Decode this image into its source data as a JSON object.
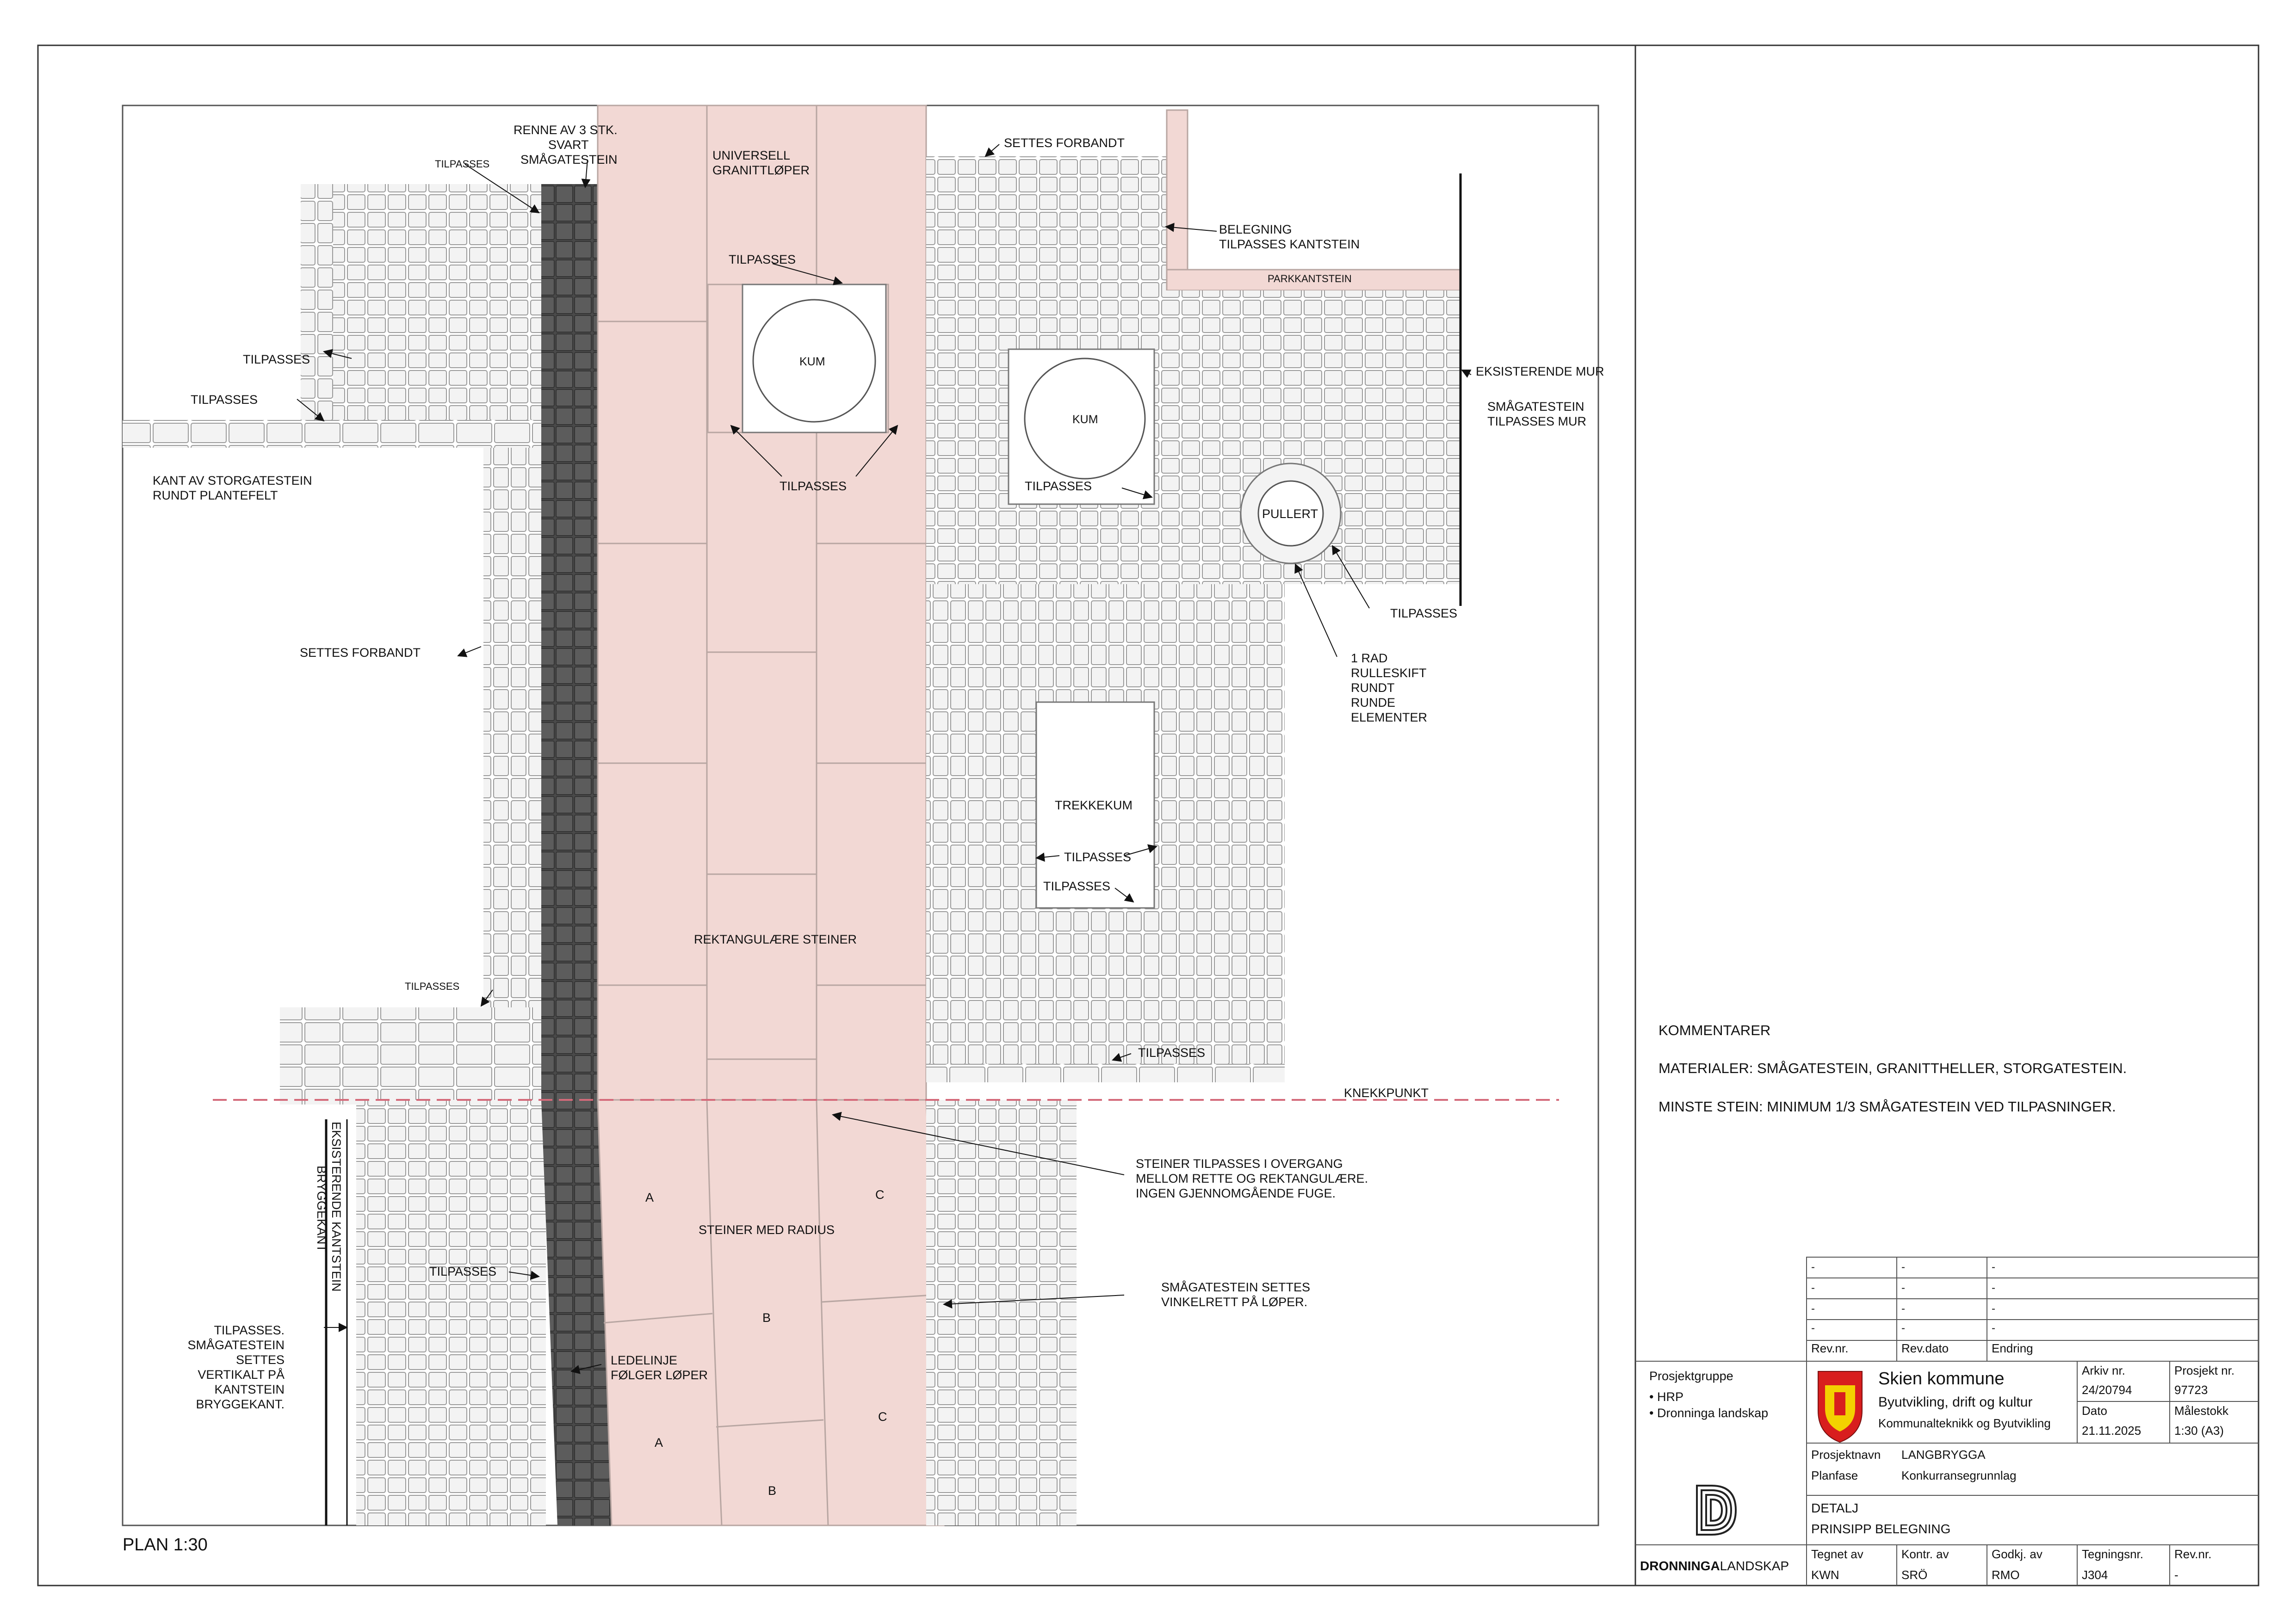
{
  "plan_title": "PLAN 1:30",
  "colors": {
    "pink": "#f2d8d4",
    "pink_edge": "#b8a6a2",
    "stone": "#f3f3f3",
    "stone_edge": "#9a9a9a",
    "dark": "#555555",
    "knekk": "#d46a7a",
    "crest_red": "#d81e1e",
    "crest_yellow": "#f3d100"
  },
  "labels": {
    "tilpasses": "TILPASSES",
    "renne": [
      "RENNE AV 3 STK.",
      "SVART",
      "SMÅGATESTEIN"
    ],
    "universell": [
      "UNIVERSELL",
      "GRANITTLØPER"
    ],
    "settes_forbandt": "SETTES FORBANDT",
    "belegning": [
      "BELEGNING",
      "TILPASSES KANTSTEIN"
    ],
    "parkkantstein": "PARKKANTSTEIN",
    "kum": "KUM",
    "eksisterende_mur": "EKSISTERENDE MUR",
    "smagatestein_mur": [
      "SMÅGATESTEIN",
      "TILPASSES MUR"
    ],
    "pullert": "PULLERT",
    "kant_storgatestein": [
      "KANT AV STORGATESTEIN",
      "RUNDT PLANTEFELT"
    ],
    "rulleskift": [
      "1 RAD",
      "RULLESKIFT",
      "RUNDT",
      "RUNDE",
      "ELEMENTER"
    ],
    "trekkekum": "TREKKEKUM",
    "rektangulaere": "REKTANGULÆRE STEINER",
    "knekkpunkt": "KNEKKPUNKT",
    "steiner_tilpasses": [
      "STEINER TILPASSES I OVERGANG",
      "MELLOM RETTE OG REKTANGULÆRE.",
      "INGEN GJENNOMGÅENDE FUGE."
    ],
    "steiner_radius": "STEINER MED RADIUS",
    "smagatestein_vinkel": [
      "SMÅGATESTEIN SETTES",
      "VINKELRETT PÅ LØPER."
    ],
    "ledelinje": [
      "LEDELINJE",
      "FØLGER LØPER"
    ],
    "eksisterende_kantstein": [
      "EKSISTERENDE KANTSTEIN",
      "BRYGGEKANT"
    ],
    "tilpasses_vertikal": [
      "TILPASSES.",
      "SMÅGATESTEIN",
      "SETTES",
      "VERTIKALT PÅ",
      "KANTSTEIN",
      "BRYGGEKANT."
    ],
    "stone_a": "A",
    "stone_b": "B",
    "stone_c": "C"
  },
  "comments": {
    "heading": "KOMMENTARER",
    "materials": "MATERIALER: SMÅGATESTEIN, GRANITTHELLER, STORGATESTEIN.",
    "min_stone": "MINSTE STEIN: MINIMUM 1/3 SMÅGATESTEIN VED TILPASNINGER."
  },
  "revisions": {
    "rows": [
      {
        "nr": "-",
        "dato": "-",
        "endring": "-"
      },
      {
        "nr": "-",
        "dato": "-",
        "endring": "-"
      },
      {
        "nr": "-",
        "dato": "-",
        "endring": "-"
      },
      {
        "nr": "-",
        "dato": "-",
        "endring": "-"
      }
    ],
    "headers": {
      "nr": "Rev.nr.",
      "dato": "Rev.dato",
      "endring": "Endring"
    }
  },
  "title_block": {
    "prosjektgruppe_label": "Prosjektgruppe",
    "prosjektgruppe": [
      "• HRP",
      "• Dronninga landskap"
    ],
    "kommune": "Skien kommune",
    "avdeling": "Byutvikling, drift og kultur",
    "seksjon": "Kommunalteknikk og Byutvikling",
    "arkiv_label": "Arkiv nr.",
    "arkiv": "24/20794",
    "prosjekt_label": "Prosjekt nr.",
    "prosjekt": "97723",
    "dato_label": "Dato",
    "dato": "21.11.2025",
    "malestokk_label": "Målestokk",
    "malestokk": "1:30 (A3)",
    "prosjektnavn_label": "Prosjektnavn",
    "prosjektnavn": "LANGBRYGGA",
    "planfase_label": "Planfase",
    "planfase": "Konkurransegrunnlag",
    "detalj": "DETALJ",
    "prinsipp": "PRINSIPP BELEGNING",
    "tegnet_label": "Tegnet av",
    "tegnet": "KWN",
    "kontr_label": "Kontr. av",
    "kontr": "SRÖ",
    "godkj_label": "Godkj. av",
    "godkj": "RMO",
    "tegningsnr_label": "Tegningsnr.",
    "tegningsnr": "J304",
    "revnr_label": "Rev.nr.",
    "revnr": "-",
    "logo_bold": "DRONNINGA",
    "logo_light": "LANDSKAP"
  }
}
